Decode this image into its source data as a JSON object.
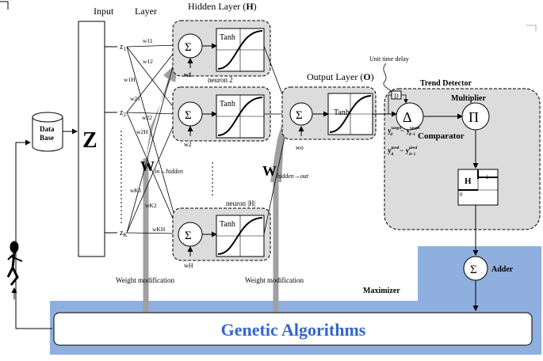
{
  "labels": {
    "input": "Input",
    "layer": "Layer",
    "hidden_layer": "Hidden Layer (",
    "hidden_layer_bold": "H",
    "hidden_layer_close": ")",
    "output_layer": "Output Layer (",
    "output_layer_bold": "O",
    "output_layer_close": ")",
    "z_big": "Z",
    "database": [
      "Data",
      "Base"
    ],
    "z_nodes": [
      "z",
      "z",
      "z"
    ],
    "z_subs": [
      "1",
      "2",
      "K"
    ],
    "weights": [
      "w11",
      "w12",
      "w1H",
      "w21",
      "w22",
      "w2H",
      "wK1",
      "wK2",
      "wKH"
    ],
    "neuron_labels": [
      "neuron 2",
      "neuron |H|"
    ],
    "tanh": "Tanh",
    "biases": [
      "w1",
      "w2",
      "wH",
      "wo"
    ],
    "w_in_hidden_main": "W",
    "w_in_hidden_sub": "in→hidden",
    "w_hidden_out_main": "W",
    "w_hidden_out_sub": "hidden→out",
    "unit_time_delay": "Unit time delay",
    "d_box": "D",
    "trend_detector": "Trend Detector",
    "multiplier": "Multiplier",
    "comparator": "Comparator",
    "delta": "Δ",
    "pi": "Π",
    "target_eq": "y target d − y target d−1",
    "pred_eq": "y pred d − y pred d−1",
    "heaviside_H": "H",
    "heaviside_1": "1",
    "heaviside_0": "0",
    "adder": "Adder",
    "sigma": "Σ",
    "maximizer": "Maximizer",
    "weight_mod_1": "Weight modification",
    "weight_mod_2": "Weight modification",
    "genetic_algorithms": "Genetic Algorithms"
  },
  "colors": {
    "blue_region": "#8fb0de",
    "neuron_box": "#dcdcdc",
    "ga_text": "#3366cc",
    "gray_arrow": "#a0a0a0"
  }
}
